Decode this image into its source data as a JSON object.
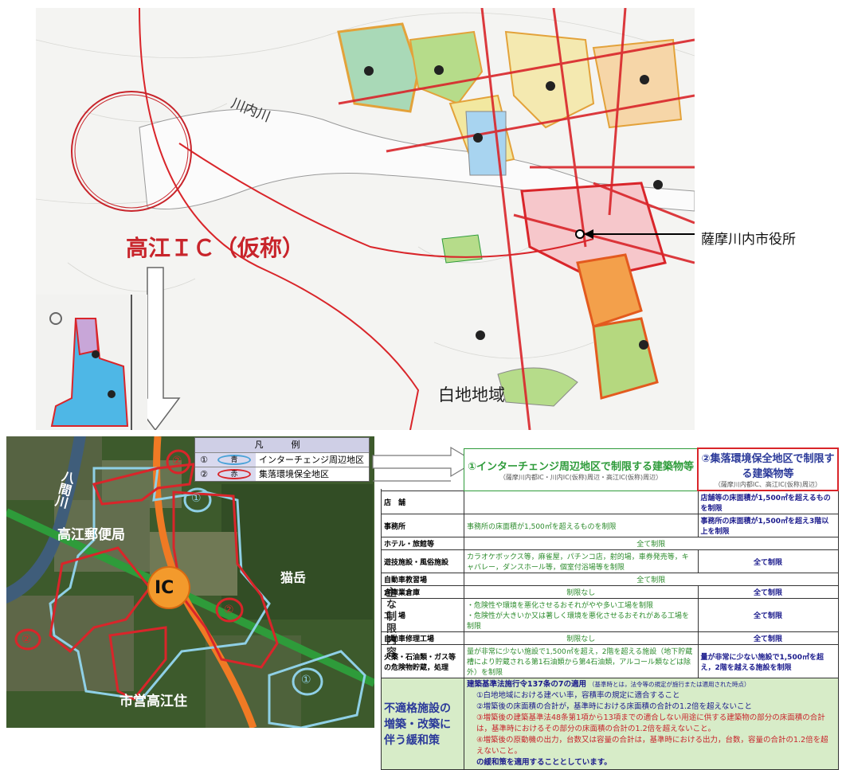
{
  "top_map": {
    "river_label": "川内川",
    "ic_label": "高江ＩＣ（仮称）",
    "city_hall_label": "薩摩川内市役所",
    "area_label": "白地地域"
  },
  "aerial": {
    "labels": {
      "river": "八間川",
      "post_office": "高江郵便局",
      "mountain": "猫岳",
      "ic": "IC",
      "housing": "市営高江住",
      "circle_1a": "①",
      "circle_1b": "①",
      "circle_2a": "②",
      "circle_2b": "②",
      "circle_2c": "②"
    }
  },
  "legend": {
    "title": "凡　例",
    "rows": [
      {
        "num": "①",
        "oval": "青",
        "color": "#4aa3d8",
        "text": "インターチェンジ周辺地区"
      },
      {
        "num": "②",
        "oval": "赤",
        "color": "#d9252a",
        "text": "集落環境保全地区"
      }
    ]
  },
  "table": {
    "header1": "①インターチェンジ周辺地区で制限する建築物等",
    "header1_sub": "（薩摩川内都IC・川内IC(仮称)周辺・高江IC(仮称)周辺）",
    "header2": "②集落環境保全地区で制限する建築物等",
    "header2_sub": "（薩摩川内都IC、高江IC(仮称)周辺）",
    "side_label": "主な制限内容",
    "rows": [
      {
        "cat": "店　舗",
        "a": "",
        "b": "店舗等の床面積が1,500㎡を超えるものを制限"
      },
      {
        "cat": "事務所",
        "a": "事務所の床面積が1,500㎡を超えるものを制限",
        "b": "事務所の床面積が1,500㎡を超え3階以上を制限"
      },
      {
        "cat": "ホテル・旅館等",
        "span": "全て制限"
      },
      {
        "cat": "遊技施設・風俗施設",
        "a": "カラオケボックス等，麻雀屋，パチンコ店，射的場，車券発売等，キャバレー，ダンスホール等，個室付浴場等を制限",
        "b": "全て制限"
      },
      {
        "cat": "自動車教習場",
        "span": "全て制限"
      },
      {
        "cat": "倉庫業倉庫",
        "a": "制限なし",
        "b": "全て制限"
      },
      {
        "cat": "工　場",
        "a": "・危険性や環境を悪化させるおそれがやや多い工場を制限\n・危険性が大きいか又は著しく環境を悪化させるおそれがある工場を制限",
        "b": "全て制限"
      },
      {
        "cat": "自動車修理工場",
        "a": "制限なし",
        "b": "全て制限"
      },
      {
        "cat": "火薬・石油類・ガス等の危険物貯蔵，処理",
        "a": "量が非常に少ない施設で1,500㎡を超え，2階を超える施設（地下貯蔵槽により貯蔵される第1石油類から第4石油類，アルコール類などは除外）を制限",
        "b": "量が非常に少ない施設で1,500㎡を超え，2階を越える施設を制限"
      }
    ],
    "nonconform_cat": "不適格施設の増築・改築に伴う緩和策",
    "nonconform_title": "建築基準法施行令137条の7の適用",
    "nonconform_note": "（基準時とは，法令等の規定が施行または適用された時点）",
    "nonconform_items": [
      "①白地地域における建ぺい率，容積率の規定に適合すること",
      "②増築後の床面積の合計が，基準時における床面積の合計の1.2倍を超えないこと",
      "③増築後の建築基準法48条第1項から13項までの適合しない用途に供する建築物の部分の床面積の合計は，基準時におけるその部分の床面積の合計の1.2倍を超えないこと。",
      "④増築後の原動機の出力，台数又は容量の合計は，基準時における出力，台数，容量の合計の1.2倍を超えないこと。"
    ],
    "nonconform_tail": "の緩和策を適用することとしています。"
  },
  "colors": {
    "ic_red": "#c8242b",
    "road_orange": "#f07a24",
    "road_green": "#2e9b3a",
    "zone_blue": "#8fd0e6",
    "zone_red": "#d9252a"
  }
}
